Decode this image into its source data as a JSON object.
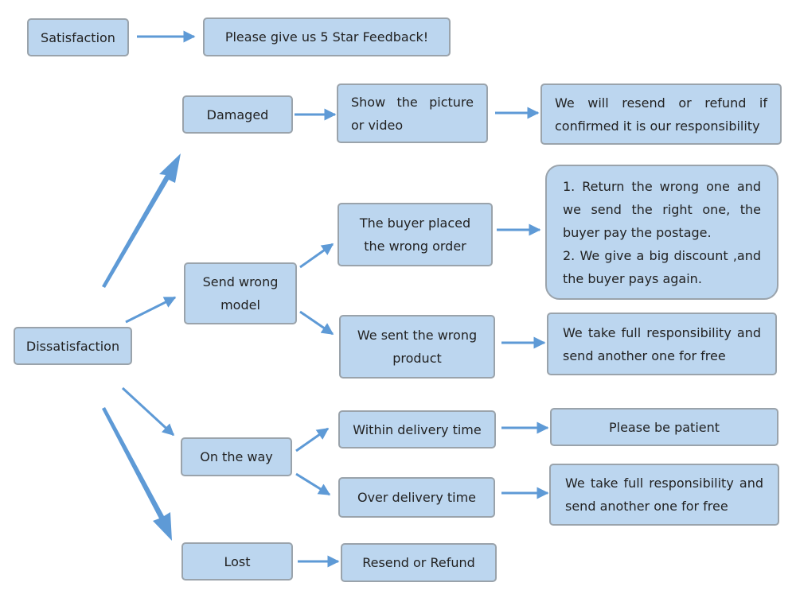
{
  "colors": {
    "box_fill": "#bcd6ef",
    "box_border": "#9aa3ab",
    "arrow": "#5e9ad6"
  },
  "nodes": {
    "satisfaction": "Satisfaction",
    "feedback": "Please give us 5 Star Feedback!",
    "dissatisfaction": "Dissatisfaction",
    "damaged": "Damaged",
    "show_picture": "Show the picture or video",
    "resend_if_confirmed": "We will resend or refund if confirmed it is our responsibility",
    "send_wrong_model": "Send wrong model",
    "buyer_wrong_order": "The buyer placed the wrong order",
    "return_wrong_one": "1. Return the wrong one and we send the right one, the buyer pay the postage.",
    "big_discount": "2. We give a big discount ,and the buyer pays again.",
    "we_sent_wrong": "We sent the wrong product",
    "full_responsibility_1": "We take full responsibility and send another one for free",
    "on_the_way": "On the way",
    "within_delivery": "Within delivery time",
    "be_patient": "Please be patient",
    "over_delivery": "Over delivery time",
    "full_responsibility_2": "We take full responsibility and send another one for free",
    "lost": "Lost",
    "resend_or_refund": "Resend or Refund"
  }
}
